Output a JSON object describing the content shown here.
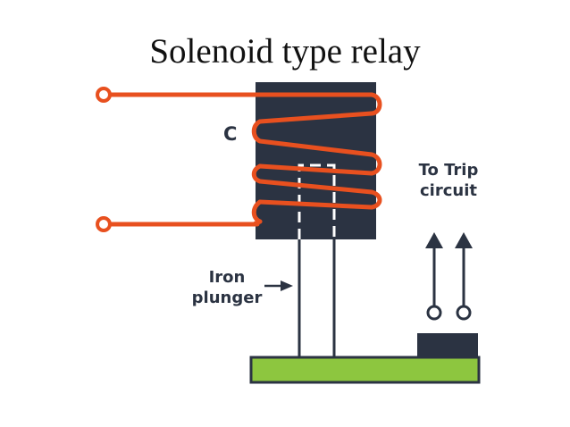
{
  "slide": {
    "title": "Solenoid type relay"
  },
  "diagram": {
    "labels": {
      "coil": "C",
      "trip_line1": "To Trip",
      "trip_line2": "circuit",
      "plunger_line1": "Iron",
      "plunger_line2": "plunger"
    },
    "colors": {
      "coil_wire": "#e8501f",
      "core": "#2b3342",
      "base": "#8dc63f",
      "terminal_block": "#2b3342",
      "plunger_outline": "#2b3342",
      "dashed_outline": "#ffffff"
    },
    "icons": [
      "terminal-circle",
      "up-arrow"
    ]
  }
}
